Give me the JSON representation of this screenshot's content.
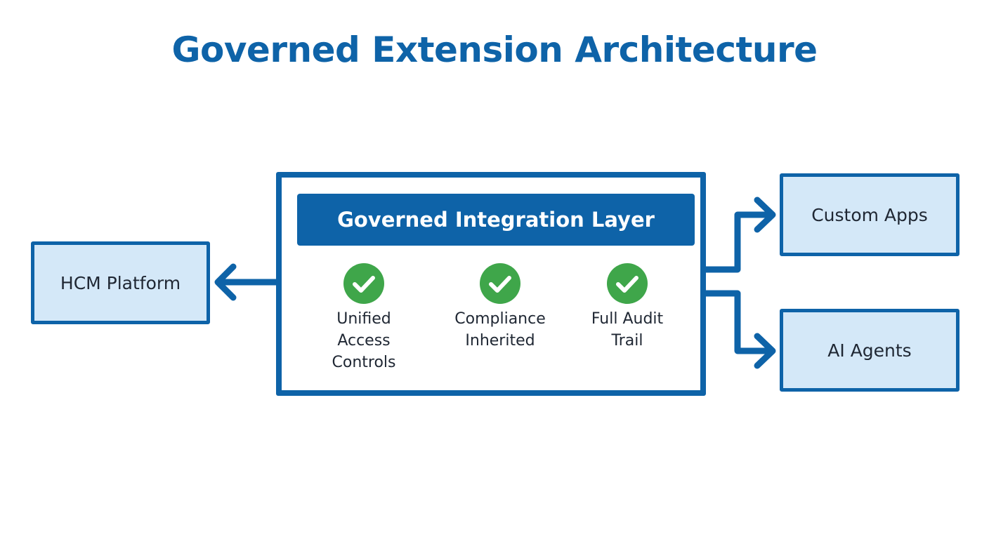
{
  "title": "Governed Extension Architecture",
  "colors": {
    "primary": "#0e63a8",
    "box_fill": "#d4e8f8",
    "box_text": "#1f2733",
    "check_green": "#3fa64a",
    "white": "#ffffff"
  },
  "left_node": {
    "label": "HCM Platform"
  },
  "integration_layer": {
    "header": "Governed Integration Layer",
    "features": [
      {
        "icon": "check-circle-icon",
        "label": "Unified\nAccess\nControls"
      },
      {
        "icon": "check-circle-icon",
        "label": "Compliance\nInherited"
      },
      {
        "icon": "check-circle-icon",
        "label": "Full Audit\nTrail"
      }
    ]
  },
  "right_nodes": [
    {
      "label": "Custom Apps"
    },
    {
      "label": "AI Agents"
    }
  ]
}
